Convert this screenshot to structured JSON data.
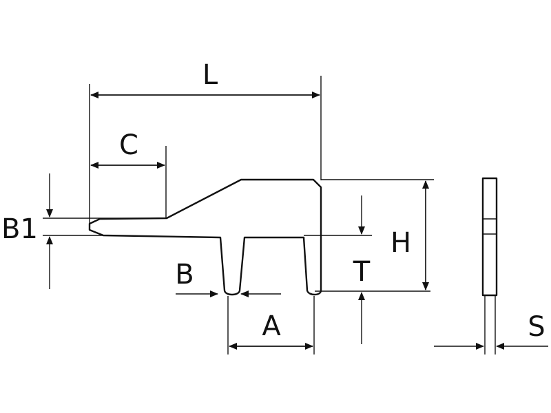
{
  "diagram": {
    "labels": {
      "L": "L",
      "C": "C",
      "B1": "B1",
      "B": "B",
      "H": "H",
      "T": "T",
      "A": "A",
      "S": "S"
    }
  }
}
